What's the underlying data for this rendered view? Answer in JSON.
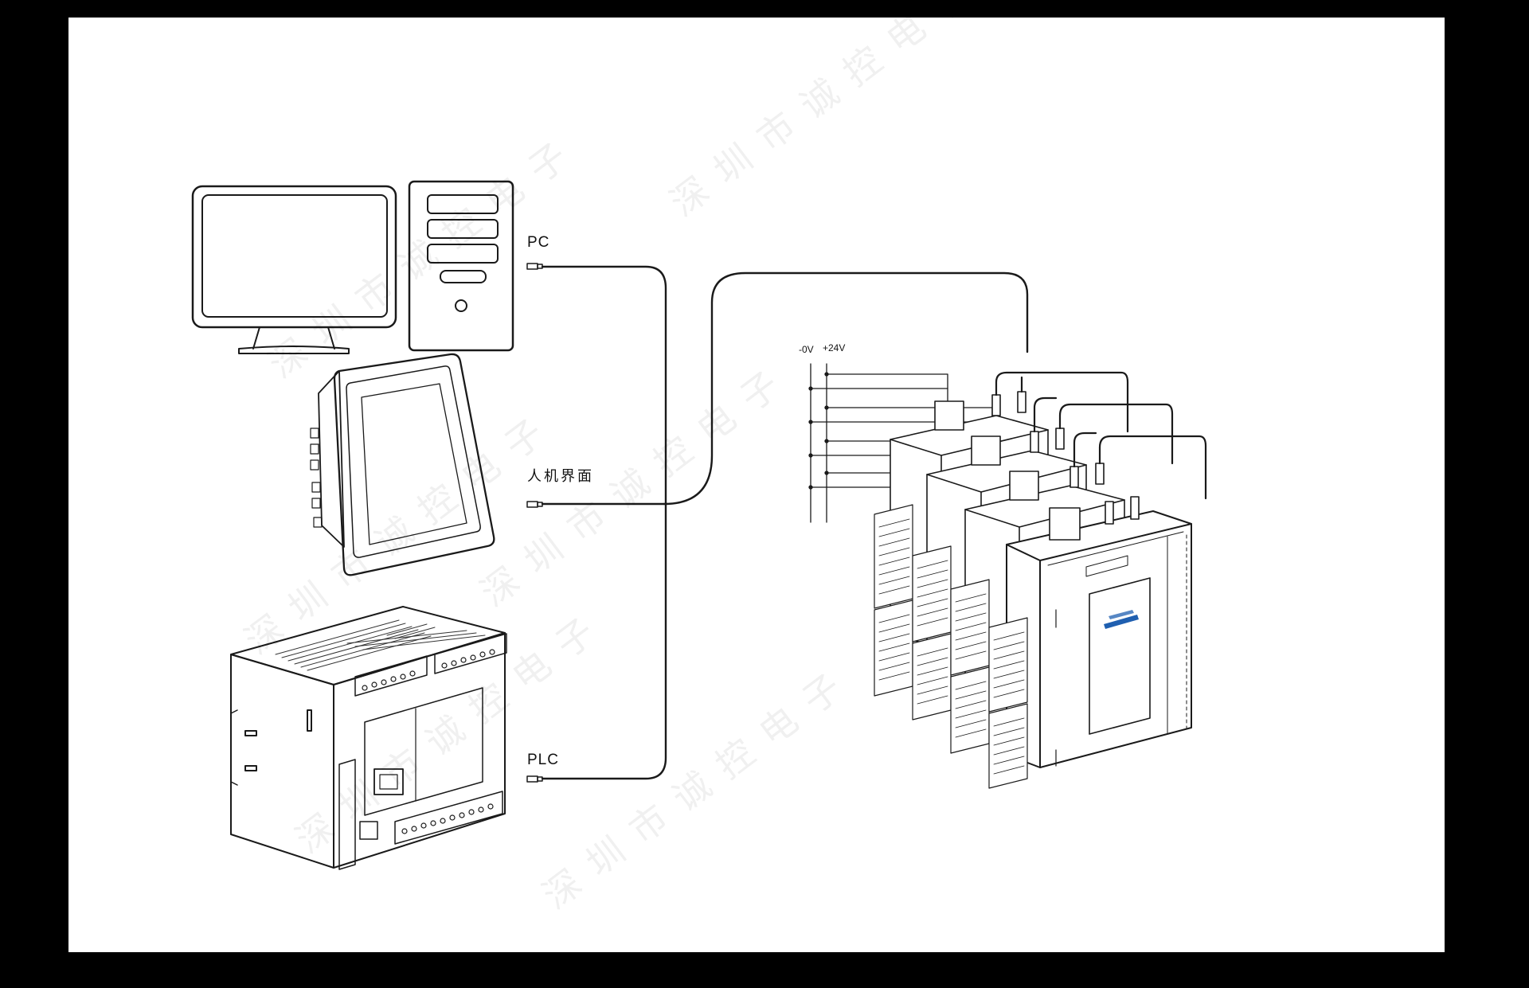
{
  "labels": {
    "pc": "PC",
    "hmi": "人机界面",
    "plc": "PLC",
    "minus_0v": "-0V",
    "plus_24v": "+24V"
  },
  "watermark": "深圳市诚控电子",
  "colors": {
    "frame": "#000000",
    "canvas": "#ffffff",
    "line": "#1a1a1a",
    "accent": "#1f5fb0"
  }
}
